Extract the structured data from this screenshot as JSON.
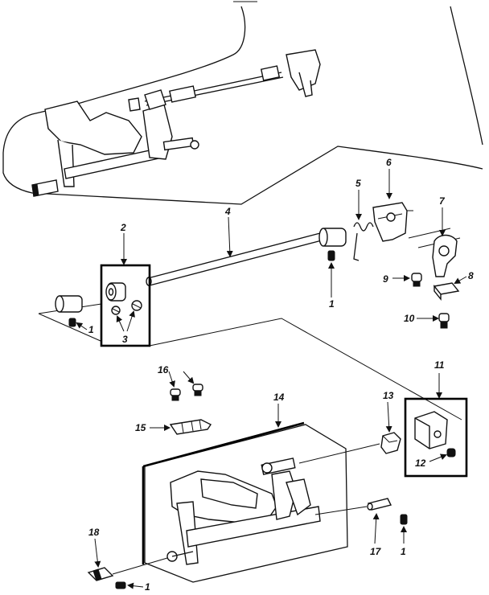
{
  "diagram": {
    "callouts": [
      {
        "id": "c1a",
        "text": "1"
      },
      {
        "id": "c1b",
        "text": "1"
      },
      {
        "id": "c1c",
        "text": "1"
      },
      {
        "id": "c1d",
        "text": "1"
      },
      {
        "id": "c2",
        "text": "2"
      },
      {
        "id": "c3",
        "text": "3"
      },
      {
        "id": "c4",
        "text": "4"
      },
      {
        "id": "c5",
        "text": "5"
      },
      {
        "id": "c6",
        "text": "6"
      },
      {
        "id": "c7",
        "text": "7"
      },
      {
        "id": "c8",
        "text": "8"
      },
      {
        "id": "c9",
        "text": "9"
      },
      {
        "id": "c10",
        "text": "10"
      },
      {
        "id": "c11",
        "text": "11"
      },
      {
        "id": "c12",
        "text": "12"
      },
      {
        "id": "c13",
        "text": "13"
      },
      {
        "id": "c14",
        "text": "14"
      },
      {
        "id": "c15",
        "text": "15"
      },
      {
        "id": "c16",
        "text": "16"
      },
      {
        "id": "c17",
        "text": "17"
      },
      {
        "id": "c18",
        "text": "18"
      }
    ]
  }
}
